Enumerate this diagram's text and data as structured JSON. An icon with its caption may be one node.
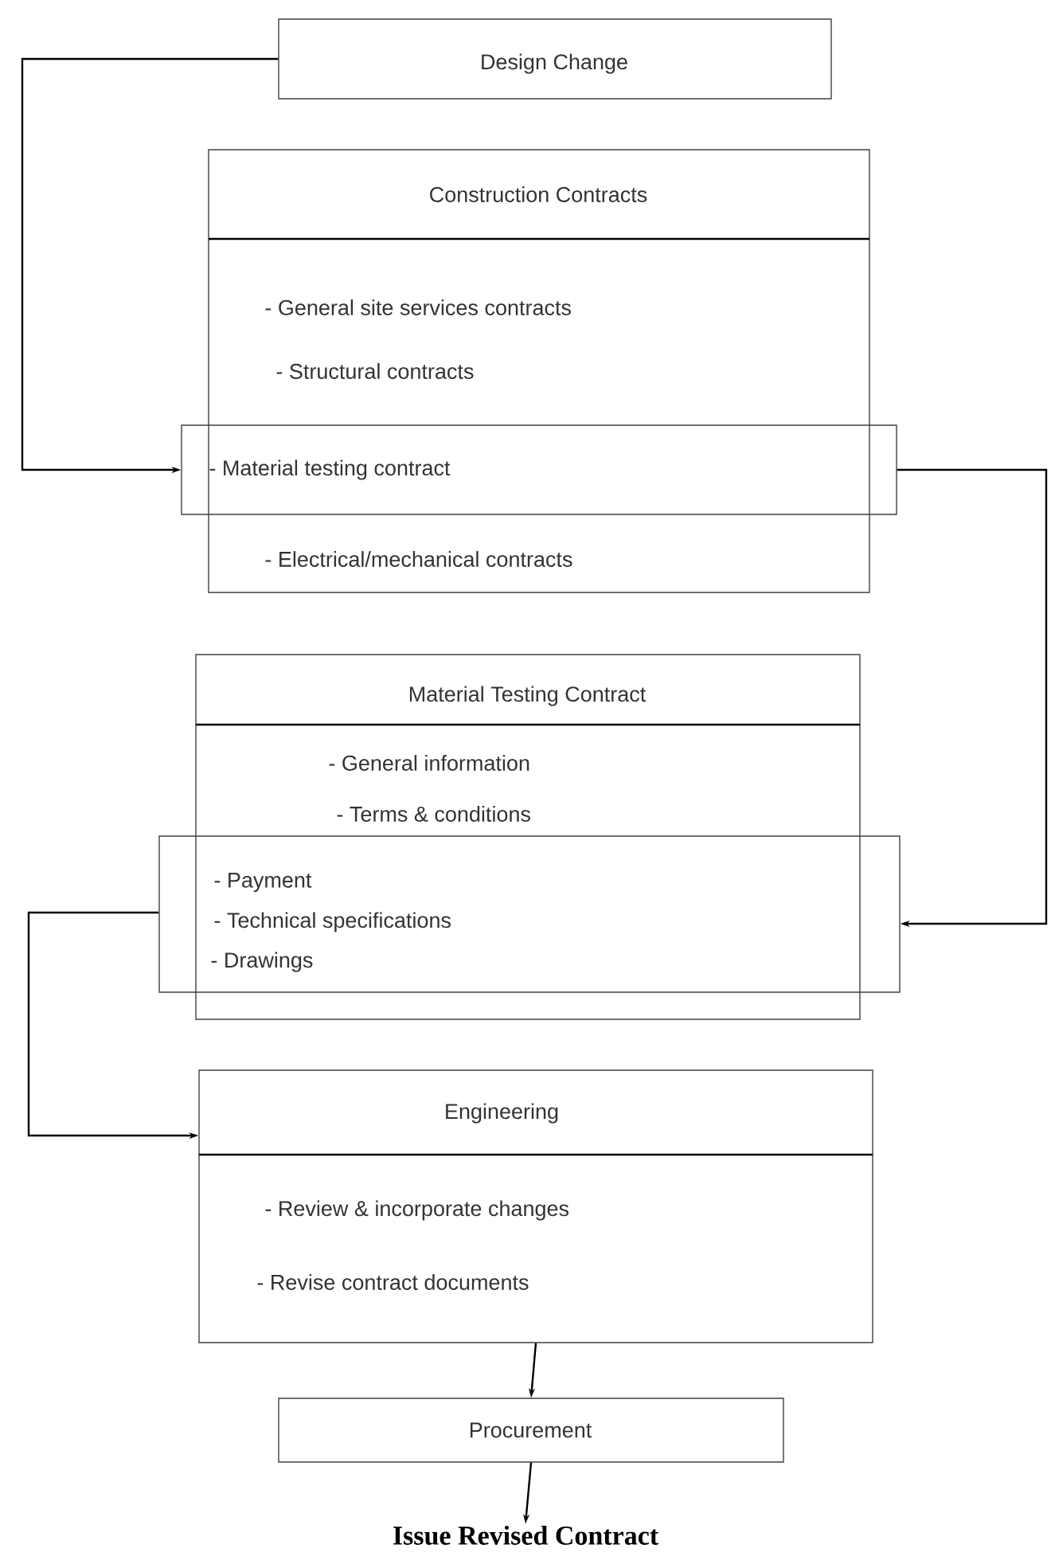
{
  "diagram": {
    "nodes": [
      {
        "text": [
          "Design Change"
        ]
      },
      {
        "text": [
          "Construction Contracts",
          "- General site services contracts",
          "- Structural contracts",
          "- Electrical/mechanical contracts"
        ]
      },
      {
        "text": [
          "- Material testing contract"
        ]
      },
      {
        "text": [
          "Material Testing Contract",
          "- General information",
          "- Terms & conditions"
        ]
      },
      {
        "text": [
          "- Payment",
          "- Technical specifications",
          "- Drawings"
        ]
      },
      {
        "text": [
          "Engineering",
          "- Review & incorporate changes",
          "- Revise contract documents"
        ]
      },
      {
        "text": [
          "Procurement"
        ]
      },
      {
        "text": [
          "Issue Revised Contract"
        ]
      }
    ],
    "edges": [
      {
        "from": 0,
        "to": 2,
        "arrow": "to"
      },
      {
        "from": 2,
        "to": 4,
        "arrow": "to"
      },
      {
        "from": 4,
        "to": 5,
        "arrow": "to"
      },
      {
        "from": 5,
        "to": 6,
        "arrow": "to"
      },
      {
        "from": 6,
        "to": 7,
        "arrow": "to"
      }
    ]
  }
}
